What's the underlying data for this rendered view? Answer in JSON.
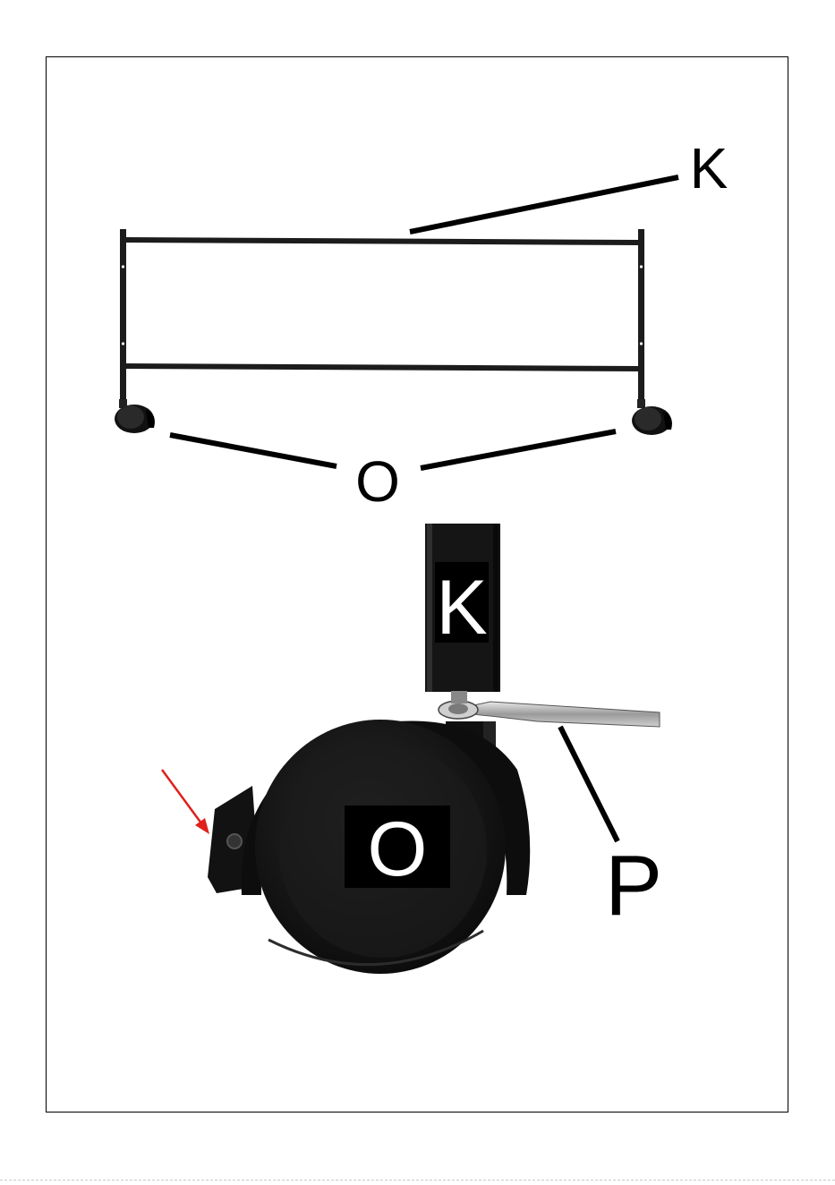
{
  "labels": {
    "frame_callout": "K",
    "casters_callout": "O",
    "post_box": "K",
    "wheel_box": "O",
    "wrench_callout": "P"
  },
  "colors": {
    "ink": "#000000",
    "arrow": "#e0201b",
    "metal_dark": "#1c1c1c",
    "wheel": "#151515",
    "wrench": "#b9b9b9"
  },
  "icons": {
    "pointer": "red-arrow-icon"
  }
}
